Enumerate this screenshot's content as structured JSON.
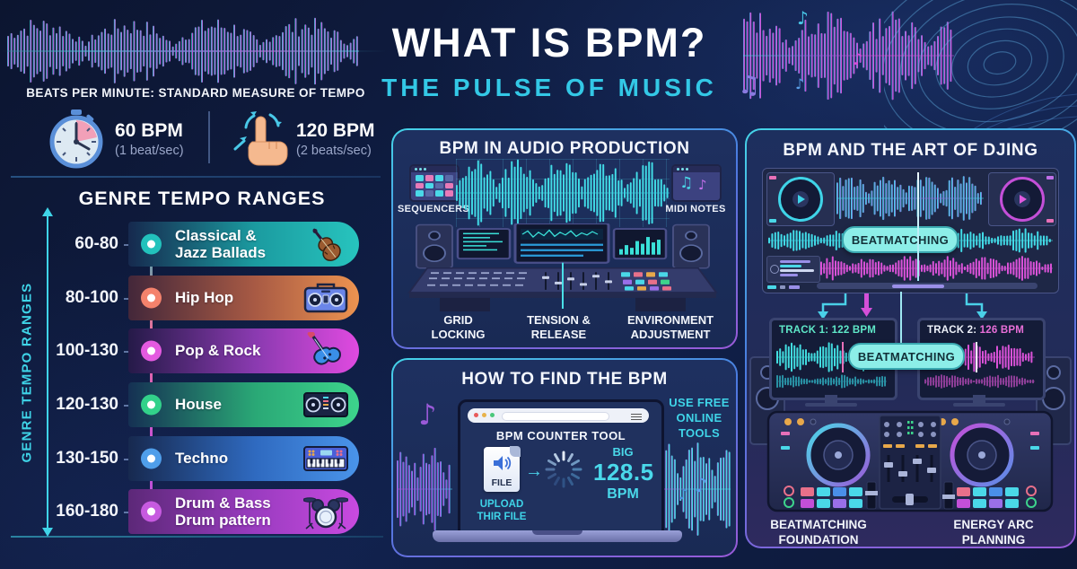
{
  "page": {
    "title": "WHAT IS BPM?",
    "subtitle": "THE PULSE OF MUSIC"
  },
  "glyphs": {
    "note": "♪",
    "beamed_note": "♫",
    "arrow_right": "→"
  },
  "tempo_basics": {
    "heading": "BEATS PER MINUTE: STANDARD MEASURE OF TEMPO",
    "slow": {
      "bpm": "60 BPM",
      "note": "(1 beat/sec)",
      "icon": "stopwatch-icon"
    },
    "fast": {
      "bpm": "120 BPM",
      "note": "(2 beats/sec)",
      "icon": "tap-finger-icon"
    }
  },
  "genres": {
    "heading": "GENRE TEMPO RANGES",
    "axis_label": "GENRE TEMPO RANGES",
    "rows": [
      {
        "range": "60-80",
        "line1": "Classical &",
        "line2": "Jazz Ballads",
        "icon": "violin",
        "color": "#27c4be"
      },
      {
        "range": "80-100",
        "line1": "Hip Hop",
        "line2": "",
        "icon": "boombox",
        "color": "#ec9350"
      },
      {
        "range": "100-130",
        "line1": "Pop & Rock",
        "line2": "",
        "icon": "electric-guitar",
        "color": "#e04ae0"
      },
      {
        "range": "120-130",
        "line1": "House",
        "line2": "",
        "icon": "dj-mixer",
        "color": "#3dd48c"
      },
      {
        "range": "130-150",
        "line1": "Techno",
        "line2": "",
        "icon": "synthesizer",
        "color": "#4a94ea"
      },
      {
        "range": "160-180",
        "line1": "Drum & Bass",
        "line2": "Drum pattern",
        "icon": "drum-kit",
        "color": "#c94ae0"
      }
    ]
  },
  "production": {
    "title": "BPM IN AUDIO PRODUCTION",
    "sequencers_label": "SEQUENCERS",
    "midi_label": "MIDI NOTES",
    "captions": [
      {
        "line1": "GRID",
        "line2": "LOCKING"
      },
      {
        "line1": "TENSION &",
        "line2": "RELEASE"
      },
      {
        "line1": "ENVIRONMENT",
        "line2": "ADJUSTMENT"
      }
    ]
  },
  "finder": {
    "title": "HOW TO FIND THE BPM",
    "tool_title": "BPM COUNTER TOOL",
    "file_label": "FILE",
    "upload_line1": "UPLOAD",
    "upload_line2": "THIR FILE",
    "result_prefix": "BIG",
    "result_value": "128.5",
    "result_unit": "BPM",
    "note_line1": "USE FREE",
    "note_line2": "ONLINE",
    "note_line3": "TOOLS"
  },
  "dj": {
    "title": "BPM AND THE ART OF DJING",
    "badge_top": "BEATMATCHING",
    "badge_mid": "BEATMATCHING",
    "track1_label": "TRACK 1:",
    "track1_bpm": "122 BPM",
    "track2_label": "TRACK 2:",
    "track2_bpm": "126 BPM",
    "captions": [
      {
        "line1": "BEATMATCHING",
        "line2": "FOUNDATION"
      },
      {
        "line1": "ENERGY ARC",
        "line2": "PLANNING"
      }
    ]
  },
  "colors": {
    "background": "#0d1733",
    "panel": "#1c2d58",
    "accent_cyan": "#3fd4e8",
    "accent_purple": "#8a5ad8",
    "accent_magenta": "#d44fd8",
    "track1_text": "#5fe8c8",
    "track2_text": "#e86fd8",
    "badge_bg": "#8ceee8"
  }
}
